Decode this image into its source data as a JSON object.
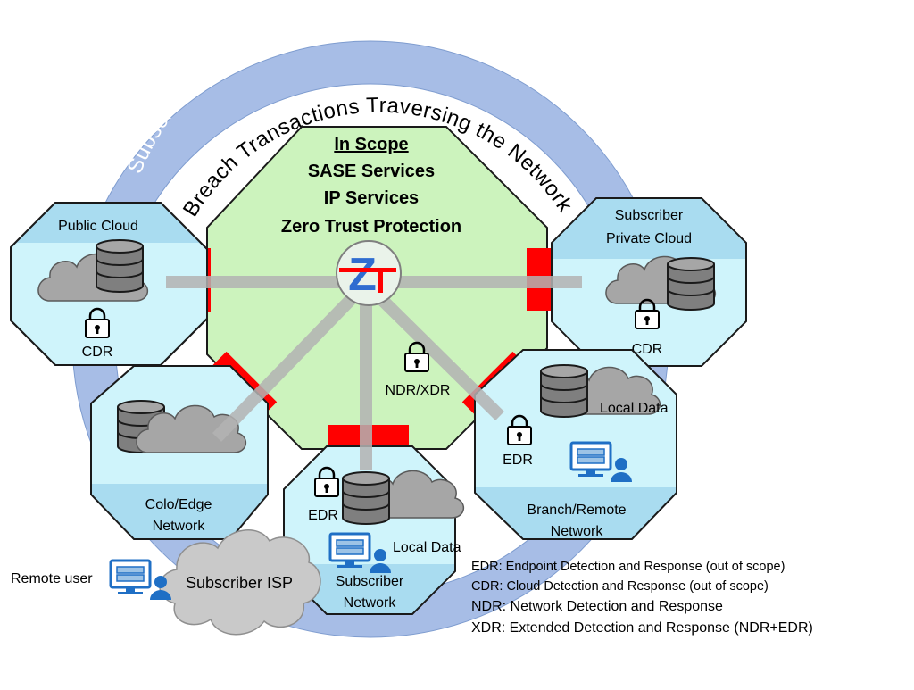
{
  "ring": {
    "outer_text": "Subscriber, Cloud & Edge Attacks, Defenses and Breaches",
    "inner_text": "Breach Transactions Traversing the Network"
  },
  "center": {
    "heading": "In Scope",
    "lines": [
      "SASE Services",
      "IP Services",
      "Zero Trust Protection"
    ],
    "logo_letter": "Z",
    "lock_label": "NDR/XDR"
  },
  "nodes": {
    "public_cloud": {
      "title": "Public Cloud",
      "lock_label": "CDR"
    },
    "private_cloud": {
      "title_line1": "Subscriber",
      "title_line2": "Private Cloud",
      "lock_label": "CDR"
    },
    "colo_edge": {
      "title_line1": "Colo/Edge",
      "title_line2": "Network"
    },
    "subscriber_network": {
      "title_line1": "Subscriber",
      "title_line2": "Network",
      "lock_label": "EDR",
      "local_data": "Local Data"
    },
    "branch_remote": {
      "title_line1": "Branch/Remote",
      "title_line2": "Network",
      "lock_label": "EDR",
      "local_data": "Local Data"
    }
  },
  "isp": {
    "label": "Subscriber ISP",
    "remote_user": "Remote user"
  },
  "legend": [
    "EDR: Endpoint Detection and Response (out of scope)",
    "CDR: Cloud Detection and Response (out of scope)",
    "NDR: Network Detection and Response",
    "XDR: Extended Detection and Response (NDR+EDR)"
  ],
  "colors": {
    "ring": "#a7bde6",
    "center_fill": "#ccf3bd",
    "node_header": "#a9dcf0",
    "node_body": "#cff4fb",
    "connector": "#ff0000",
    "cloud": "#a6a6a6",
    "link": "#b8b8b8",
    "user_blue": "#1f6fc5"
  }
}
